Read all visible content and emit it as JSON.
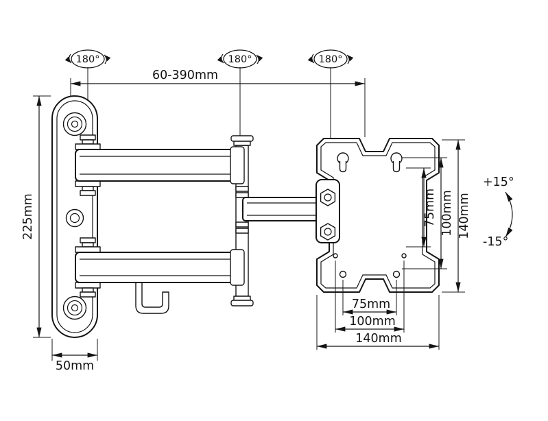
{
  "colors": {
    "line": "#141414",
    "background": "#ffffff"
  },
  "annotations": {
    "swivel_wall": "180°",
    "swivel_elbow": "180°",
    "swivel_head": "180°",
    "extension_range": "60-390mm",
    "plate_height": "225mm",
    "plate_width": "50mm",
    "tilt_up": "+15°",
    "tilt_down": "-15°",
    "vesa_v75": "75mm",
    "vesa_v100": "100mm",
    "vesa_v140": "140mm",
    "vesa_h75": "75mm",
    "vesa_h100": "100mm",
    "vesa_h140": "140mm"
  }
}
